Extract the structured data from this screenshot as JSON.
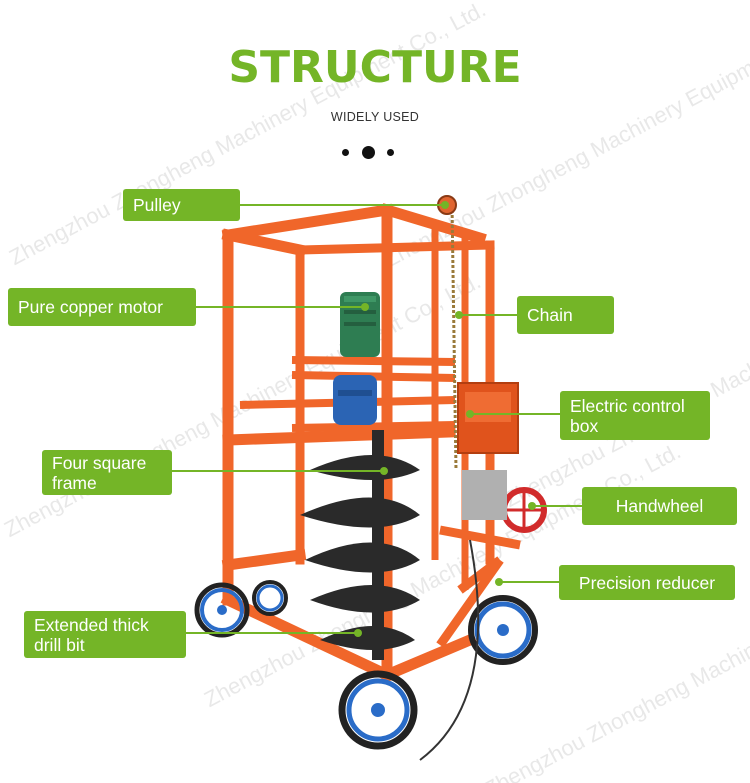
{
  "header": {
    "title": "STRUCTURE",
    "subtitle": "WIDELY USED"
  },
  "watermark": {
    "text": "Zhengzhou Zhongheng Machinery Equipment Co., Ltd."
  },
  "labels": {
    "pulley": "Pulley",
    "motor": "Pure copper motor",
    "chain": "Chain",
    "control_box_line1": "Electric control",
    "control_box_line2": "box",
    "frame_line1": "Four square",
    "frame_line2": "frame",
    "handwheel": "Handwheel",
    "reducer": "Precision reducer",
    "drill_line1": "Extended thick",
    "drill_line2": "drill bit"
  },
  "colors": {
    "accent": "#74b527",
    "frame": "#f0662a",
    "motor": "#2e7d52",
    "reducer": "#2b64b4",
    "wheel": "#2a6cc8",
    "auger": "#2a2a2a",
    "handwheel": "#d12b2b"
  }
}
